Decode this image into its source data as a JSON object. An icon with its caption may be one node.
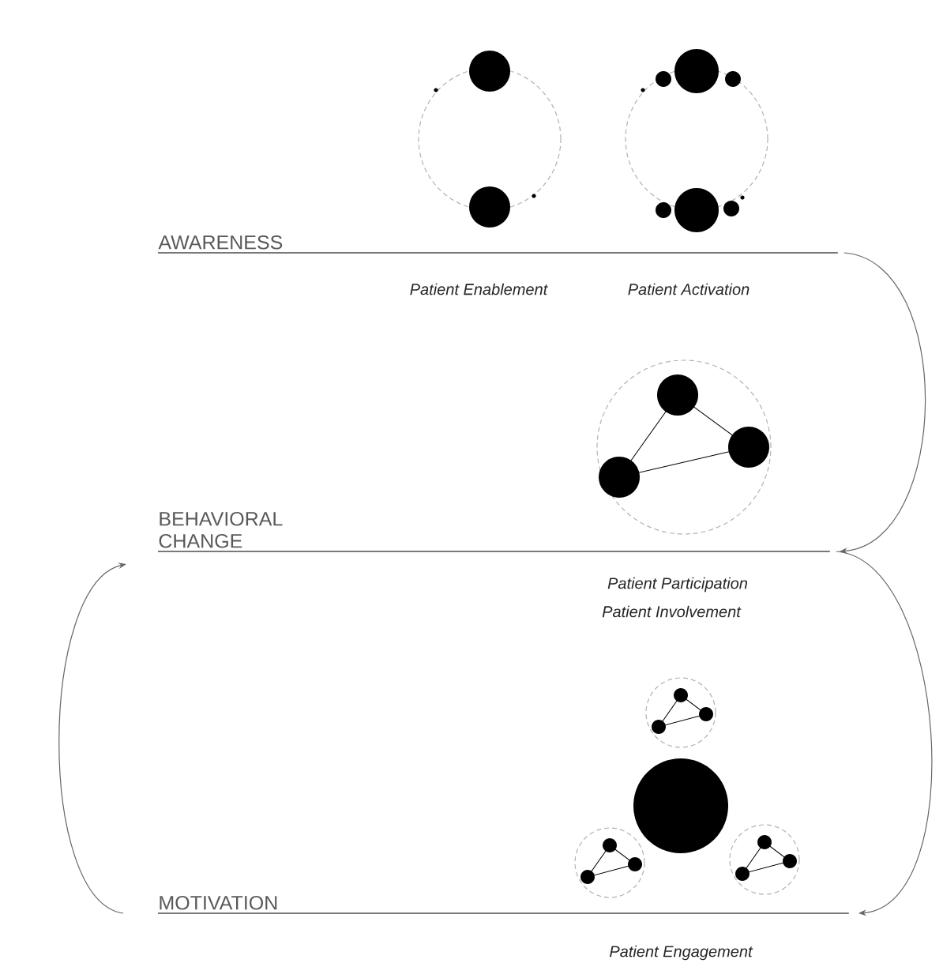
{
  "diagram": {
    "nodes": [
      {
        "text": [
          "AWARENESS"
        ]
      },
      {
        "text": [
          "BEHAVIORAL CHANGE"
        ]
      },
      {
        "text": [
          "MOTIVATION"
        ]
      }
    ],
    "edges": [
      {
        "from": 0,
        "to": 1,
        "arrow": "to"
      },
      {
        "from": 1,
        "to": 2,
        "arrow": "to"
      },
      {
        "from": 2,
        "to": 1,
        "arrow": "to"
      }
    ],
    "labels": [
      "Patient Enablement",
      "Patient Activation",
      "Patient Participation",
      "Patient Involvement",
      "Patient Engagement"
    ]
  }
}
